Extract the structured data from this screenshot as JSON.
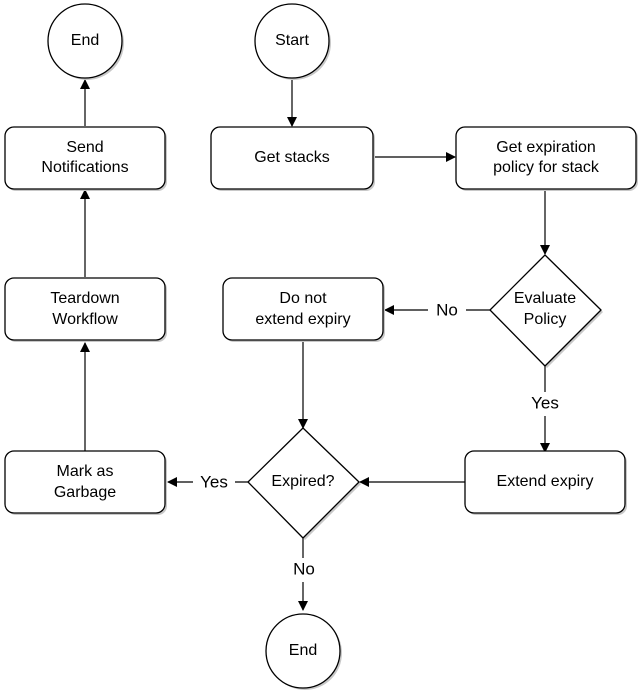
{
  "nodes": {
    "start": {
      "label": "Start"
    },
    "get_stacks": {
      "label": "Get stacks"
    },
    "get_policy": {
      "line1": "Get expiration",
      "line2": "policy for stack"
    },
    "evaluate": {
      "line1": "Evaluate",
      "line2": "Policy"
    },
    "do_not_extend": {
      "line1": "Do not",
      "line2": "extend expiry"
    },
    "extend": {
      "label": "Extend expiry"
    },
    "expired": {
      "label": "Expired?"
    },
    "mark_garbage": {
      "line1": "Mark as",
      "line2": "Garbage"
    },
    "teardown": {
      "line1": "Teardown",
      "line2": "Workflow"
    },
    "notify": {
      "line1": "Send",
      "line2": "Notifications"
    },
    "end_top": {
      "label": "End"
    },
    "end_bottom": {
      "label": "End"
    }
  },
  "edges": {
    "evaluate_no": "No",
    "evaluate_yes": "Yes",
    "expired_yes": "Yes",
    "expired_no": "No"
  }
}
